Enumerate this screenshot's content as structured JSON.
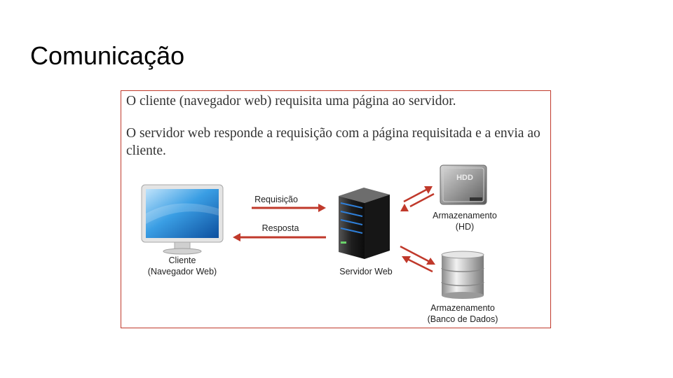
{
  "slide": {
    "title": "Comunicação"
  },
  "figure": {
    "paragraph_1": "O cliente (navegador web) requisita uma página ao servidor.",
    "paragraph_2": "O servidor web responde a requisição com a página requisitada e a envia ao cliente.",
    "client_label_1": "Cliente",
    "client_label_2": "(Navegador Web)",
    "server_label": "Servidor Web",
    "request_label": "Requisição",
    "response_label": "Resposta",
    "hd_label_1": "Armazenamento",
    "hd_label_2": "(HD)",
    "hd_text": "HDD",
    "db_label_1": "Armazenamento",
    "db_label_2": "(Banco de Dados)",
    "arrow_color": "#c0392b",
    "border_color": "#c0392b"
  }
}
